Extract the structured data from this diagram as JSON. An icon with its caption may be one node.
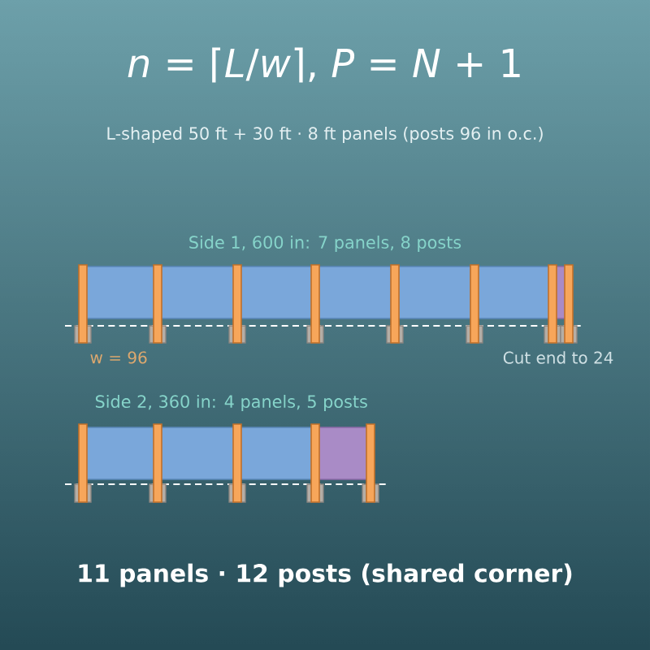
{
  "diagram": {
    "title": "*n* = ⌈*L*/*w*⌉, *P* = *N* + 1",
    "caption": "11 panels · 12 posts (shared corner)",
    "labels": [
      "L-shaped 50 ft + 30 ft · 8 ft panels (posts 96 in o.c.)",
      "Side 1, 600 in: 7 panels, 8 posts",
      "w = 96",
      "Cut end to 24",
      "Side 2, 360 in: 4 panels, 5 posts"
    ]
  }
}
